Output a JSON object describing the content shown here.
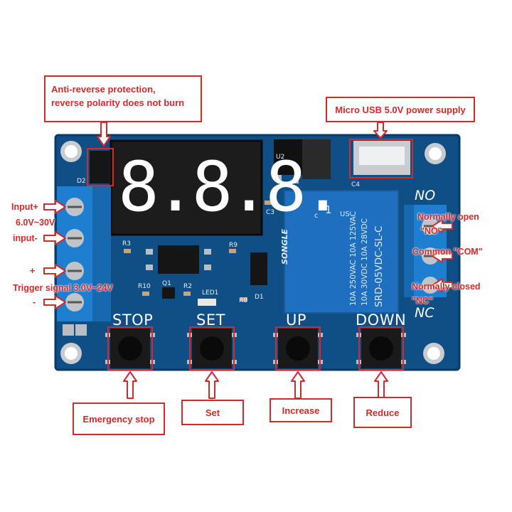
{
  "callouts": {
    "anti_reverse": [
      "Anti-reverse protection,",
      "reverse polarity does not burn"
    ],
    "usb_power": "Micro USB 5.0V power supply",
    "emergency_stop": "Emergency stop",
    "set": "Set",
    "increase": "Increase",
    "reduce": "Reduce"
  },
  "left_labels": {
    "input_plus": "Input+",
    "voltage_range": "6.0V~30V",
    "input_minus": "input-",
    "plus": "+",
    "trigger": "Trigger signal 3.0V~24V",
    "minus": "-"
  },
  "right_labels": {
    "normally_open": "Normally open",
    "no_quote": "\"NO\"",
    "common": "Common \"COM\"",
    "normally_closed": "Normally closed",
    "nc_quote": "\"NC\""
  },
  "board": {
    "buttons": [
      "STOP",
      "SET",
      "UP",
      "DOWN"
    ],
    "terminal_no": "NO",
    "terminal_nc": "NC",
    "display": "8.8.8.",
    "silkscreen": [
      "D2",
      "R3",
      "R9",
      "R10",
      "Q1",
      "R2",
      "LED1",
      "R8",
      "D1",
      "C3",
      "C4",
      "U2"
    ],
    "relay": {
      "brand": "SONGLE",
      "line1": "10A 250VAC  10A 125VAC",
      "line2": "10A 30VDC  10A 28VDC",
      "model": "SRD-05VDC-SL-C",
      "cert_num": "1",
      "us": "US",
      "c": "c"
    }
  },
  "colors": {
    "pcb": "#0f4f86",
    "terminal": "#1e7fd0",
    "callout": "#d42a2a",
    "display_segment": "#ffffff"
  }
}
